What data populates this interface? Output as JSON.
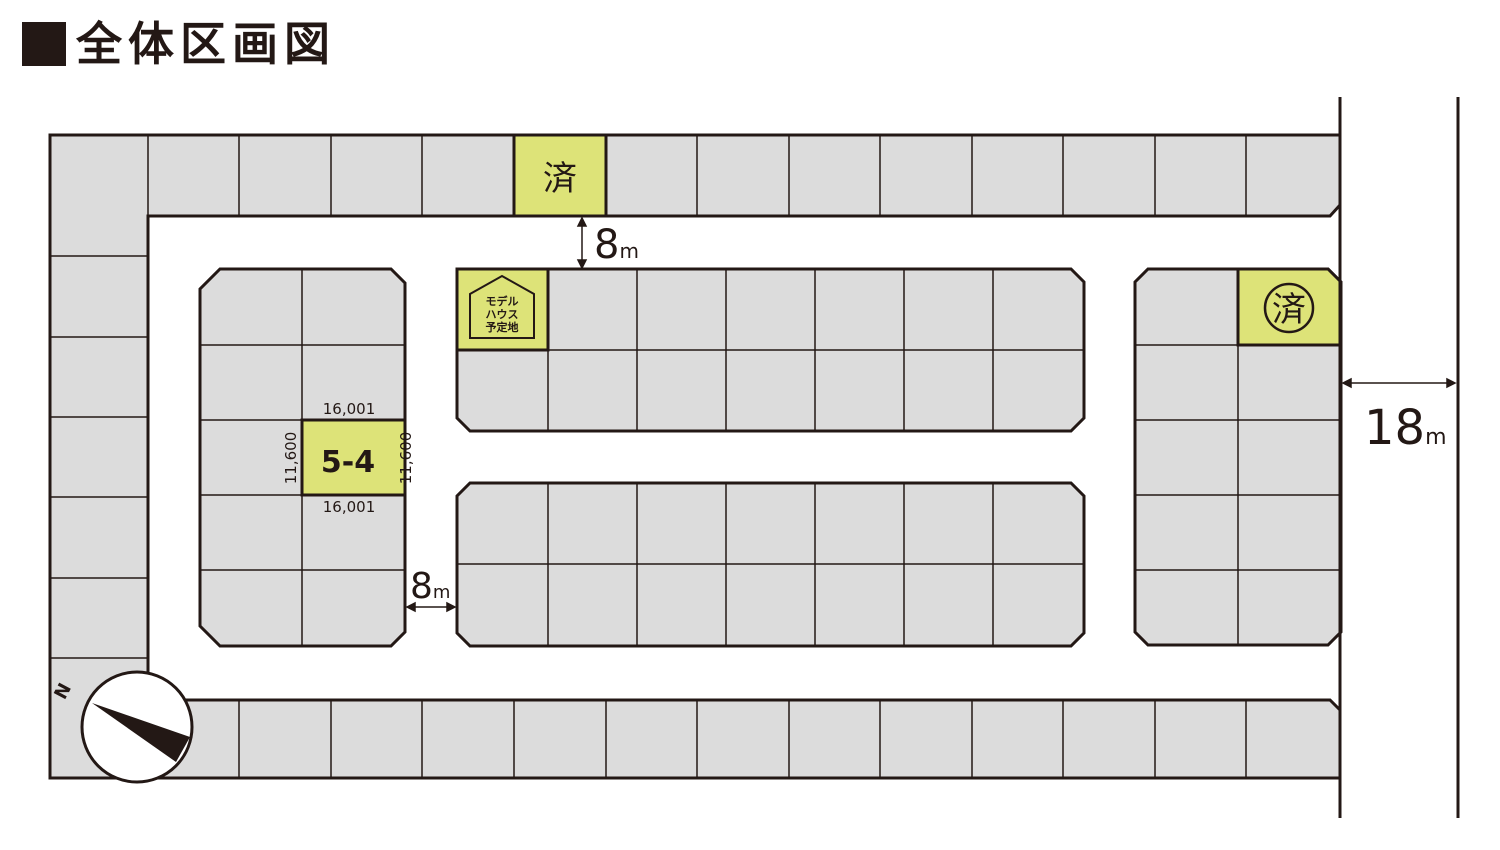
{
  "title": "全体区画図",
  "lots": {
    "sold_label": "済",
    "model_house_label": [
      "モデル",
      "ハウス",
      "予定地"
    ],
    "selected_lot": "5-4"
  },
  "dimensions": {
    "lot_width_top": "16,001",
    "lot_width_bottom": "16,001",
    "lot_depth_left": "11,600",
    "lot_depth_right": "11,600",
    "road_inner_top": "8",
    "road_inner_left": "8",
    "road_main": "18",
    "unit": "m"
  },
  "compass": {
    "north_label": "N"
  },
  "colors": {
    "lot_fill": "#dcdcdc",
    "highlight_fill": "#dde378",
    "outline": "#231815"
  }
}
